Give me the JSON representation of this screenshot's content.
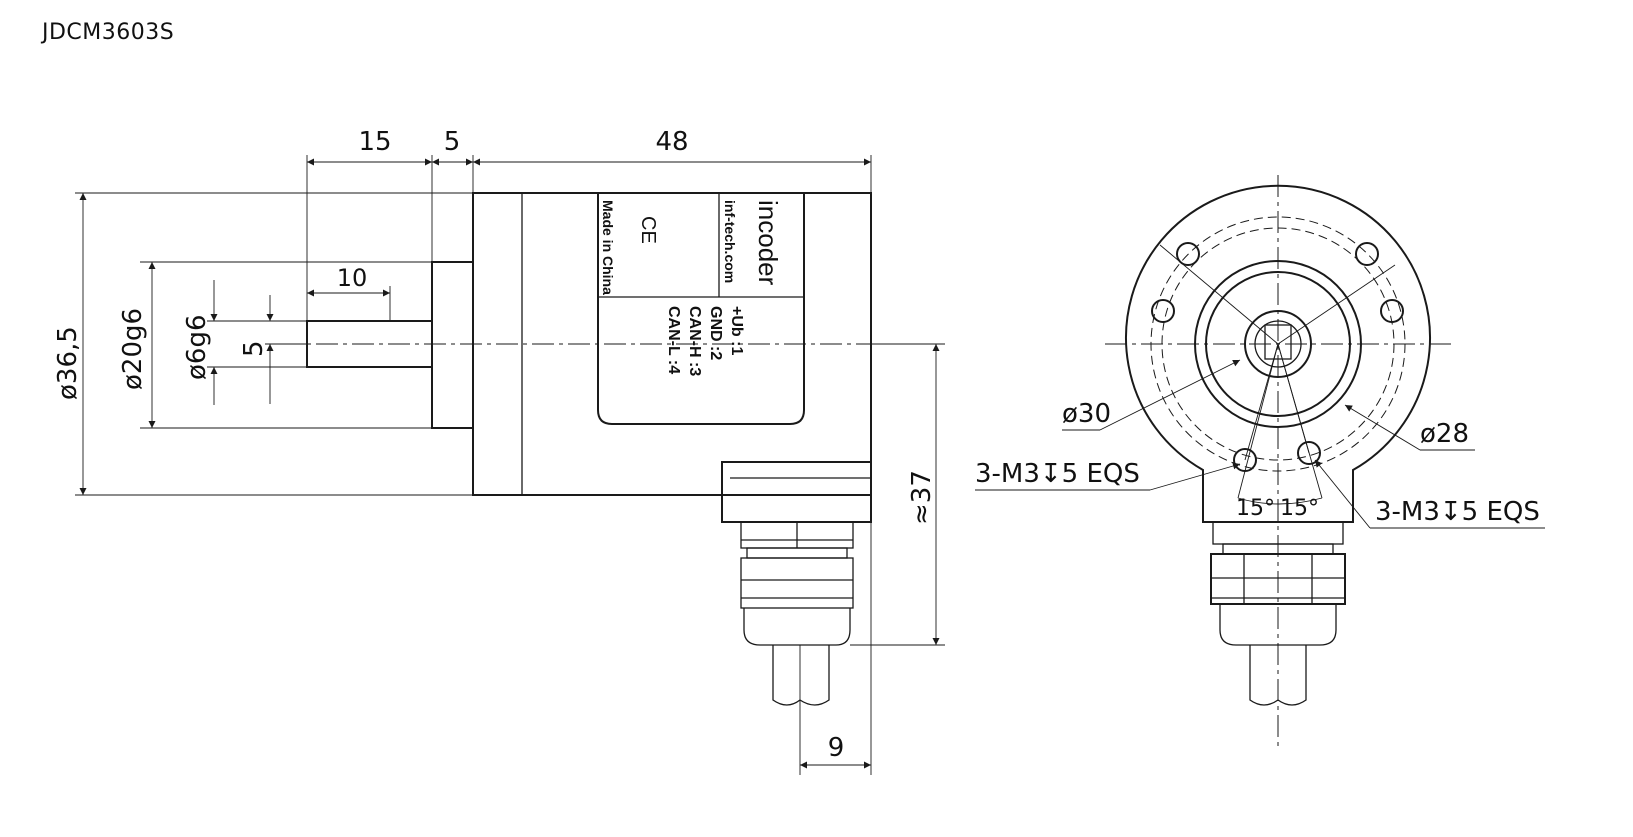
{
  "title": "JDCM3603S",
  "side_view": {
    "dims": {
      "len_15": "15",
      "len_5": "5",
      "len_48": "48",
      "len_10": "10",
      "dia_36_5": "ø36,5",
      "dia_20": "ø20g6",
      "dia_6": "ø6g6",
      "flat_5": "5",
      "height_37": "≈37",
      "cable_9": "9"
    },
    "label_plate": {
      "brand": "incoder",
      "website": "inf-tech.com",
      "ce_mark": "CE",
      "origin": "Made in China",
      "pins": [
        "+Ub  :1",
        "GND  :2",
        "CAN-H :3",
        "CAN-L :4"
      ]
    }
  },
  "front_view": {
    "dims": {
      "dia_30": "ø30",
      "dia_28": "ø28",
      "thread_left": "3-M3↧5 EQS",
      "thread_right": "3-M3↧5 EQS",
      "angle_left": "15°",
      "angle_right": "15°"
    }
  },
  "icons": [
    "arrowhead",
    "ce-mark"
  ]
}
